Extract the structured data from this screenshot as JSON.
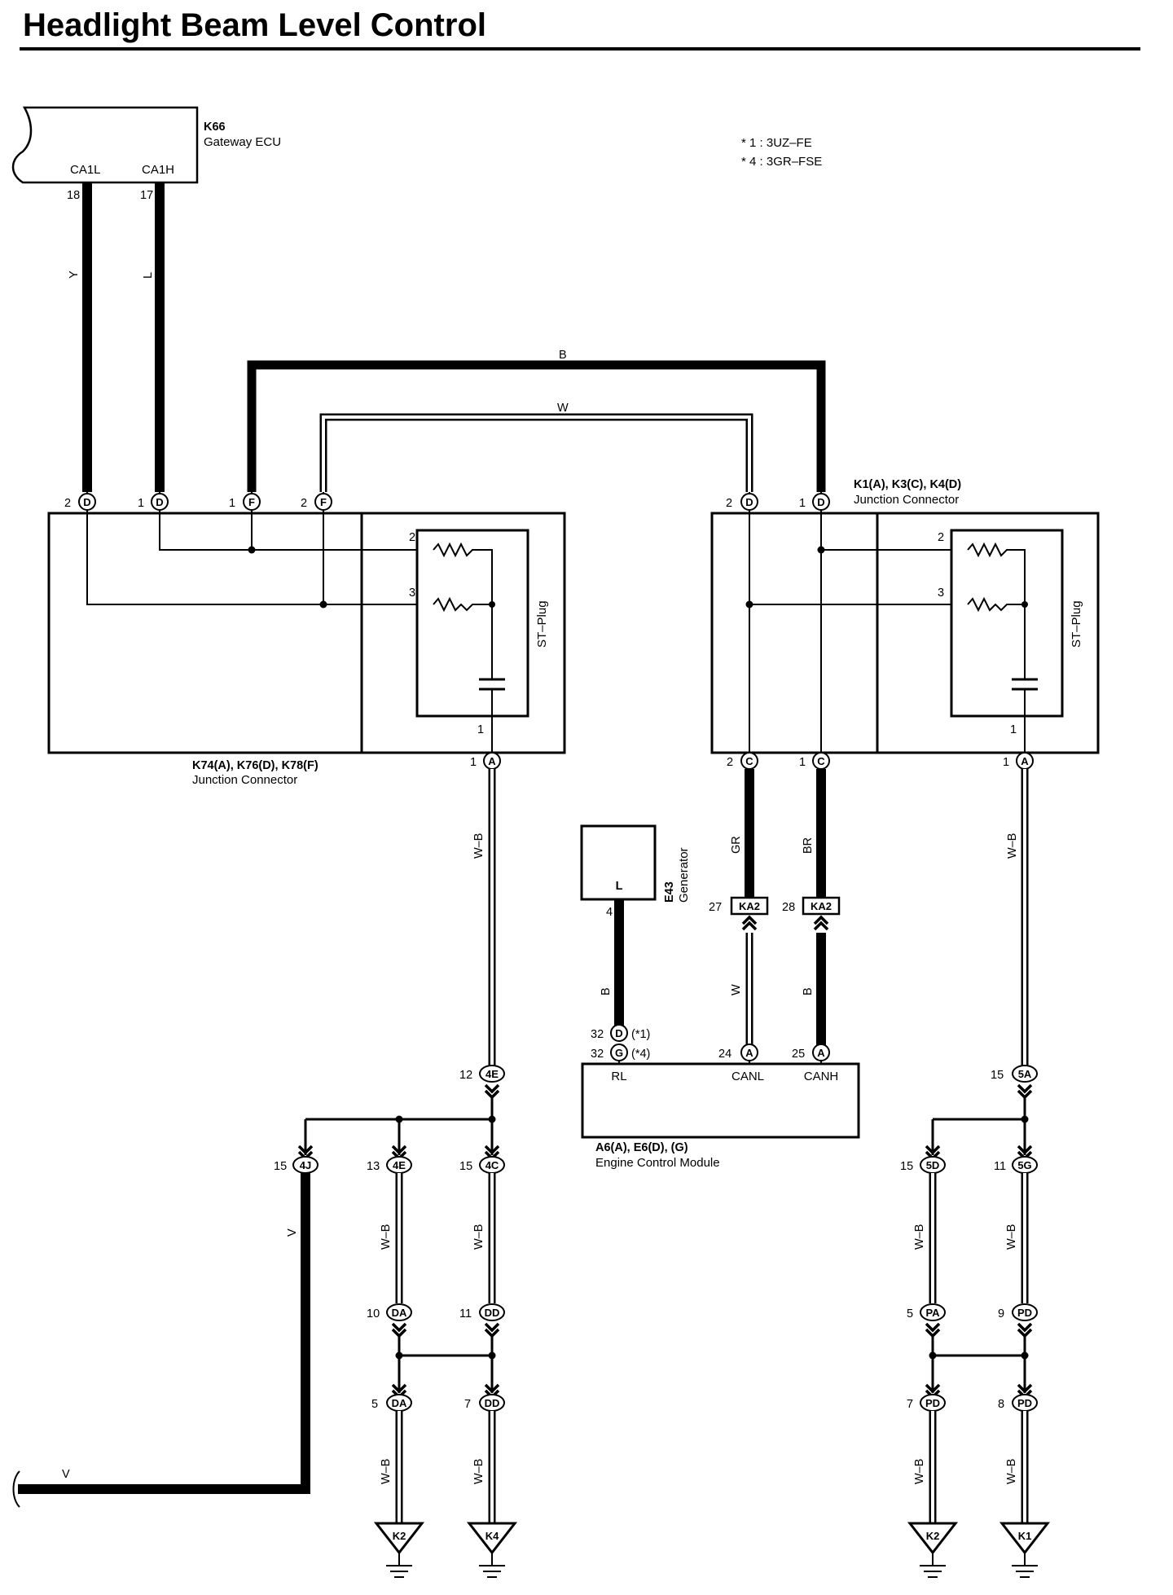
{
  "title": "Headlight Beam Level Control",
  "notes": [
    "* 1 : 3UZ–FE",
    "* 4 : 3GR–FSE"
  ],
  "components": {
    "gateway_ecu": {
      "code": "K66",
      "name": "Gateway ECU",
      "pins": [
        "CA1L",
        "CA1H"
      ]
    },
    "junction_left": {
      "code": "K74(A), K76(D), K78(F)",
      "name": "Junction Connector",
      "plug": "ST–Plug"
    },
    "junction_right": {
      "code": "K1(A), K3(C), K4(D)",
      "name": "Junction Connector",
      "plug": "ST–Plug"
    },
    "generator": {
      "code": "E43",
      "name": "Generator",
      "pin": "L"
    },
    "ecm": {
      "code": "A6(A), E6(D), (G)",
      "name": "Engine Control Module",
      "pins": [
        "RL",
        "CANL",
        "CANH"
      ]
    }
  },
  "pins": {
    "p18": "18",
    "p17": "17",
    "p2": "2",
    "p1": "1",
    "p3": "3",
    "p4": "4",
    "p32": "32",
    "p24": "24",
    "p25": "25",
    "p27": "27",
    "p28": "28",
    "p12": "12",
    "p15": "15",
    "p13": "13",
    "p11": "11",
    "p10": "10",
    "p5": "5",
    "p7": "7",
    "p9": "9",
    "p8": "8"
  },
  "connectors": {
    "D": "D",
    "F": "F",
    "A": "A",
    "C": "C",
    "G": "G",
    "KA2": "KA2",
    "4E": "4E",
    "4J": "4J",
    "4C": "4C",
    "DA": "DA",
    "DD": "DD",
    "5A": "5A",
    "5D": "5D",
    "5G": "5G",
    "PA": "PA",
    "PD": "PD"
  },
  "variant_marks": {
    "v1": "(*1)",
    "v4": "(*4)"
  },
  "wire_colors": {
    "Y": "Y",
    "L": "L",
    "B": "B",
    "W": "W",
    "WB": "W–B",
    "GR": "GR",
    "BR": "BR",
    "V": "V"
  },
  "grounds": {
    "K2": "K2",
    "K4": "K4",
    "K1": "K1"
  }
}
